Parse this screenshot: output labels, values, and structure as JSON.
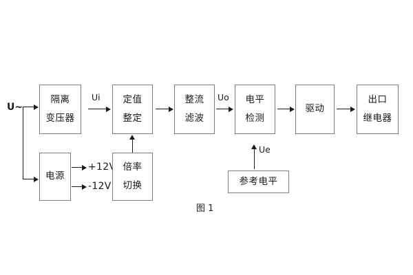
{
  "diagram": {
    "caption": "图 1",
    "input_label": "U~",
    "blocks": [
      {
        "id": "isolation-transformer",
        "lines": [
          "隔离",
          "变压器"
        ]
      },
      {
        "id": "setting-value",
        "lines": [
          "定值",
          "整定"
        ]
      },
      {
        "id": "rectify-filter",
        "lines": [
          "整流",
          "滤波"
        ]
      },
      {
        "id": "level-detect",
        "lines": [
          "电平",
          "检测"
        ]
      },
      {
        "id": "driver",
        "lines": [
          "驱动"
        ]
      },
      {
        "id": "output-relay",
        "lines": [
          "出口",
          "继电器"
        ]
      },
      {
        "id": "power-supply",
        "lines": [
          "电源"
        ]
      },
      {
        "id": "multiplier-switch",
        "lines": [
          "倍率",
          "切换"
        ]
      },
      {
        "id": "reference-level",
        "lines": [
          "参考电平"
        ]
      }
    ],
    "signal_labels": {
      "ui": "Ui",
      "uo": "Uo",
      "ue": "Ue"
    },
    "rail_labels": {
      "positive": "+12V",
      "negative": "-12V"
    },
    "colors": {
      "box_border": "#7d7d7d",
      "line": "#1a1a1a",
      "text": "#1a1a1a",
      "background": "#ffffff"
    }
  }
}
